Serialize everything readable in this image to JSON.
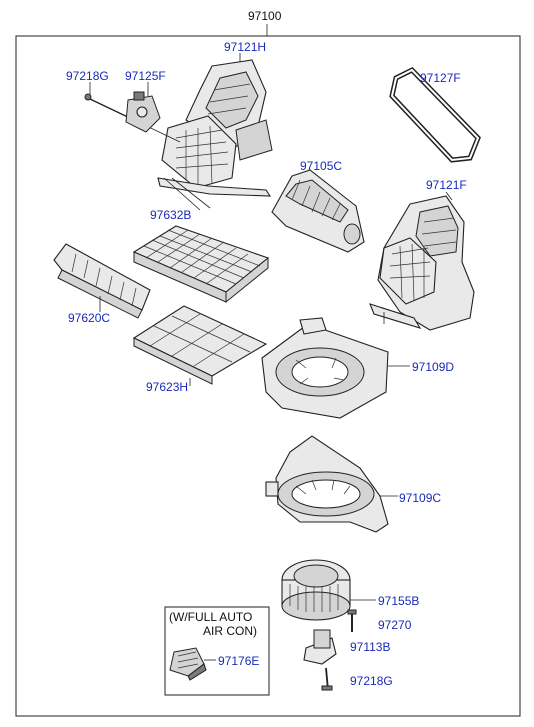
{
  "labels": {
    "assembly": "97100",
    "case_upper": "97121H",
    "bolt_top": "97218G",
    "actuator": "97125F",
    "seal": "97127F",
    "intake_duct": "97105C",
    "case_lower_right": "97121F",
    "filter": "97632B",
    "filter_cover": "97620C",
    "filter_frame": "97623H",
    "blower_case_upper": "97109D",
    "blower_case_lower": "97109C",
    "motor": "97155B",
    "screw": "97270",
    "bracket": "97113B",
    "bolt_bottom": "97218G",
    "resistor": "97176E"
  },
  "inset_note": {
    "line1": "(W/FULL AUTO",
    "line2": "AIR CON)"
  }
}
